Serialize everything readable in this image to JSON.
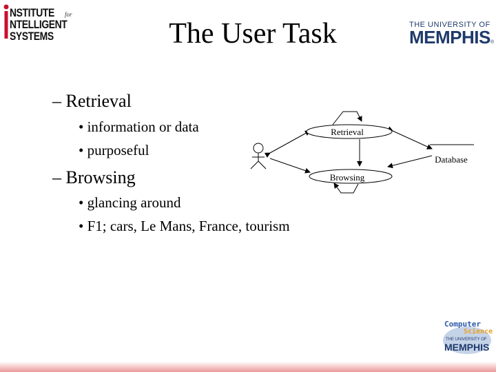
{
  "header": {
    "institute_logo": {
      "line1": "NSTITUTE",
      "line_for": "for",
      "line2": "NTELLIGENT",
      "line3": "SYSTEMS"
    },
    "title": "The User Task",
    "university_logo": {
      "top": "THE UNIVERSITY OF",
      "main": "MEMPHIS",
      "mark": "®"
    }
  },
  "bullets": [
    {
      "text": "– Retrieval"
    },
    {
      "text": "• information or data"
    },
    {
      "text": "• purposeful"
    },
    {
      "text": "– Browsing"
    },
    {
      "text": "• glancing around"
    },
    {
      "text": "• F1; cars, Le Mans, France, tourism"
    }
  ],
  "diagram": {
    "nodes": {
      "retrieval": "Retrieval",
      "database": "Database",
      "browsing": "Browsing"
    }
  },
  "footer_logo": {
    "top": "Computer",
    "mid": "Science",
    "univ": "THE UNIVERSITY OF",
    "main": "MEMPHIS"
  },
  "colors": {
    "memphis_blue": "#1f3a6b",
    "cs_blue": "#2f5aa8",
    "cs_gold": "#e8a020",
    "institute_red": "#c8102e",
    "bottom_bar": "#e89a9a"
  }
}
